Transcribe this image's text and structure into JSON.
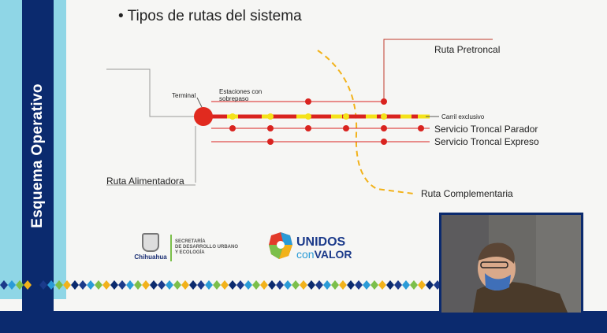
{
  "slide": {
    "side_title": "Esquema Operativo",
    "title": "• Tipos de rutas del sistema"
  },
  "diagram": {
    "labels": {
      "pretroncal": "Ruta Pretroncal",
      "terminal": "Terminal",
      "estaciones_line1": "Estaciones con",
      "estaciones_line2": "sobrepaso",
      "carril": "Carril exclusivo",
      "troncal_parador": "Servicio Troncal Parador",
      "troncal_expreso": "Servicio Troncal Expreso",
      "alimentadora": "Ruta Alimentadora",
      "complementaria": "Ruta Complementaria"
    },
    "colors": {
      "route_red": "#d9231f",
      "lane_yellow": "#f4e21a",
      "complementaria_dash": "#f2b21a",
      "callout_line": "#c0392b"
    }
  },
  "logos": {
    "gov_name": "Chihuahua",
    "secretaria_line1": "SECRETARÍA",
    "secretaria_line2": "DE DESARROLLO URBANO",
    "secretaria_line3": "Y ECOLOGÍA",
    "unidos": "UNIDOS",
    "con": "con",
    "valor": "VALOR"
  },
  "theme": {
    "navy": "#0b2a6e",
    "light_blue": "#8fd6e6"
  }
}
